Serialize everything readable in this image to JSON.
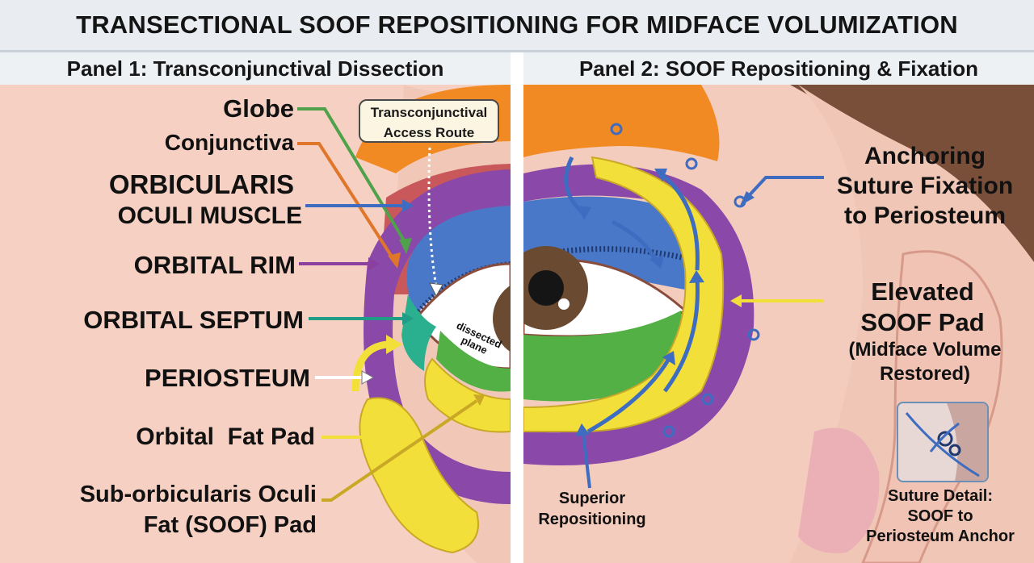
{
  "title": "TRANSECTIONAL SOOF REPOSITIONING FOR MIDFACE VOLUMIZATION",
  "panel1": {
    "title": "Panel 1: Transconjunctival Dissection",
    "callout": [
      "Transconjunctival",
      "Access Route"
    ],
    "labels": {
      "globe": "Globe",
      "conjunctiva": "Conjunctiva",
      "orbicularis_1": "ORBICULARIS",
      "orbicularis_2": "OCULI MUSCLE",
      "orbital_rim": "ORBITAL RIM",
      "orbital_septum": "ORBITAL SEPTUM",
      "periosteum": "PERIOSTEUM",
      "orbital_fat_pad": "Orbital  Fat Pad",
      "soof_1": "Sub-orbicularis Oculi",
      "soof_2": "Fat (SOOF) Pad",
      "dissected_1": "dissected",
      "dissected_2": "plane"
    }
  },
  "panel2": {
    "title": "Panel 2: SOOF Repositioning & Fixation",
    "labels": {
      "anchoring_1": "Anchoring",
      "anchoring_2": "Suture Fixation",
      "anchoring_3": "to Periosteum",
      "elevated_1": "Elevated",
      "elevated_2": "SOOF Pad",
      "elevated_3": "(Midface Volume",
      "elevated_4": "Restored)",
      "superior_1": "Superior",
      "superior_2": "Repositioning",
      "suture_detail_1": "Suture Detail:",
      "suture_detail_2": "SOOF to",
      "suture_detail_3": "Periosteum Anchor"
    }
  },
  "colors": {
    "skin": "#f4ccbd",
    "orbicularis": "#4a78c8",
    "orbital_rim": "#8a48a8",
    "septum": "#2bb08f",
    "green_layer": "#52b045",
    "fat_yellow": "#f3df3a",
    "brow_orange": "#f28a24",
    "arrow_globe": "#4fa24a",
    "arrow_conjunctiva": "#e0762a",
    "arrow_orbicularis": "#3d6cc0",
    "arrow_rim": "#8b3f9e",
    "arrow_septum": "#1f9c86",
    "arrow_soof": "#c9a826",
    "hair": "#7a4f3a",
    "ear": "#eab0b5"
  }
}
